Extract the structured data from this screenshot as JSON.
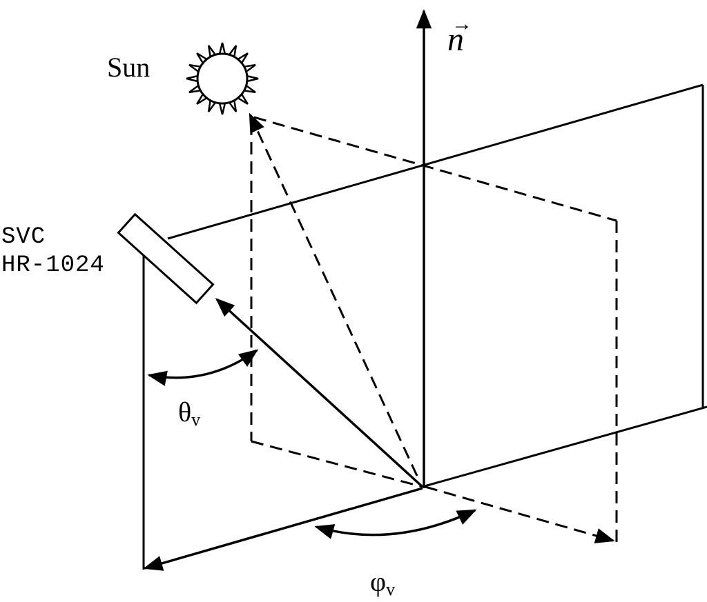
{
  "labels": {
    "sun": "Sun",
    "instrument_line1": "SVC",
    "instrument_line2": "HR-1024",
    "normal_symbol": "n",
    "normal_vector_mark": "→",
    "zenith_symbol": "θ",
    "zenith_subscript": "v",
    "azimuth_symbol": "φ",
    "azimuth_subscript": "v"
  },
  "colors": {
    "stroke": "#000000",
    "background": "#ffffff"
  }
}
